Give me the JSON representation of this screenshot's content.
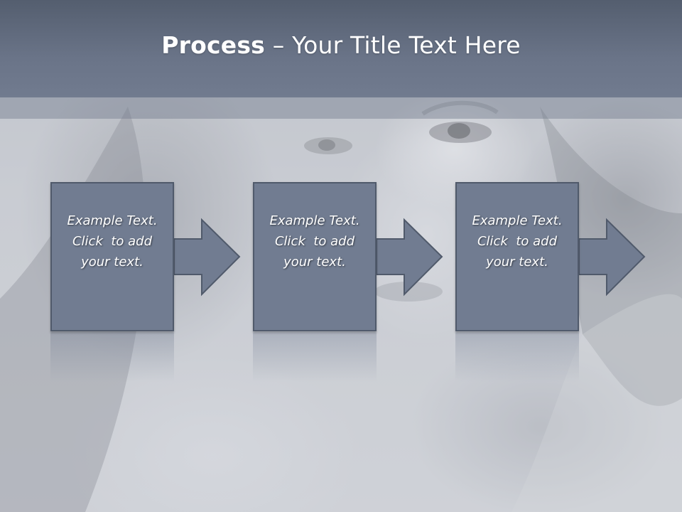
{
  "slide": {
    "title_bold": "Process",
    "title_rest": " – Your Title Text Here",
    "colors": {
      "title_bar": "#6a7488",
      "box_fill": "#717c91",
      "box_border": "#505a6b",
      "text": "#ffffff"
    }
  },
  "process": {
    "steps": [
      {
        "line1": "Example Text.",
        "line2": "Click  to add",
        "line3": "your text."
      },
      {
        "line1": "Example Text.",
        "line2": "Click  to add",
        "line3": "your text."
      },
      {
        "line1": "Example Text.",
        "line2": "Click  to add",
        "line3": "your text."
      }
    ]
  }
}
